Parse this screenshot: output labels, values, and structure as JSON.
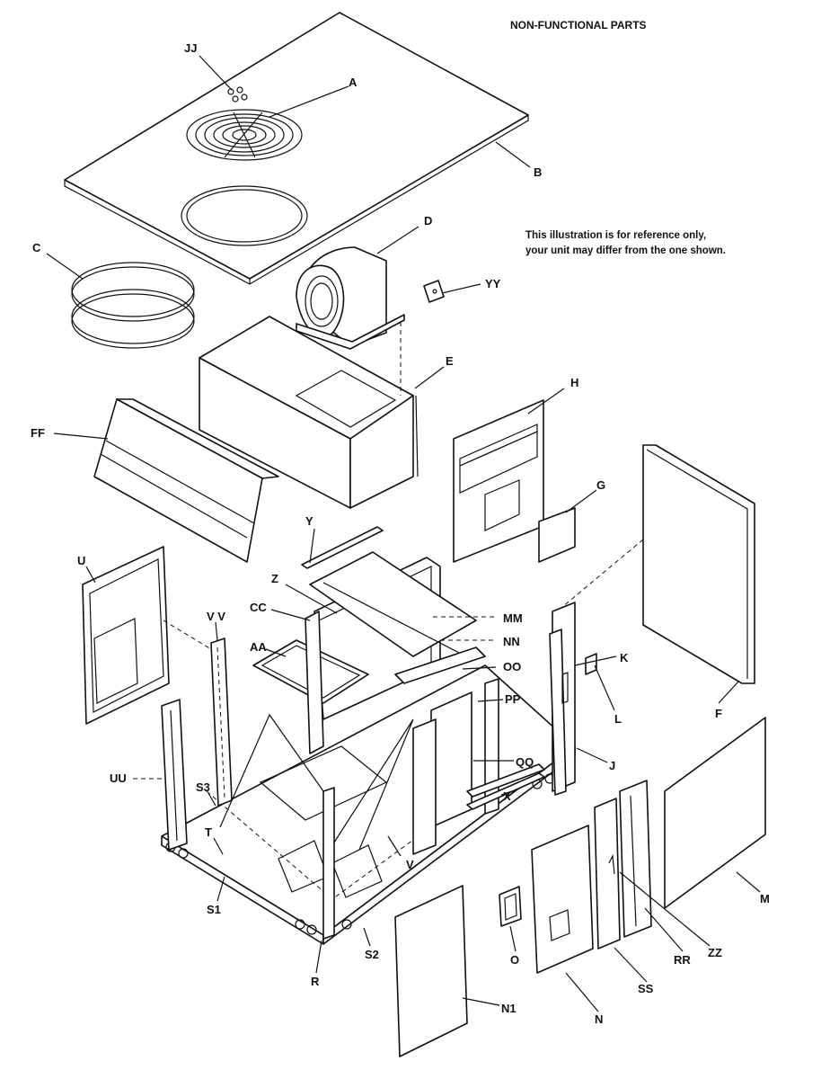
{
  "header": "NON-FUNCTIONAL PARTS",
  "note": {
    "line1": "This illustration is for reference only,",
    "line2": "your unit may differ from the one shown."
  },
  "labels": {
    "JJ": "JJ",
    "A": "A",
    "B": "B",
    "C": "C",
    "D": "D",
    "YY": "YY",
    "E": "E",
    "FF": "FF",
    "H": "H",
    "G": "G",
    "F": "F",
    "Y": "Y",
    "U": "U",
    "Z": "Z",
    "CC": "CC",
    "VV": "V V",
    "MM": "MM",
    "NN": "NN",
    "AA": "AA",
    "OO": "OO",
    "K": "K",
    "L": "L",
    "PP": "PP",
    "QQ": "QQ",
    "J": "J",
    "UU": "UU",
    "S3": "S3",
    "X": "X",
    "T": "T",
    "V": "V",
    "M": "M",
    "S1": "S1",
    "ZZ": "ZZ",
    "RR": "RR",
    "O": "O",
    "S2": "S2",
    "R": "R",
    "SS": "SS",
    "N1": "N1",
    "N": "N"
  }
}
